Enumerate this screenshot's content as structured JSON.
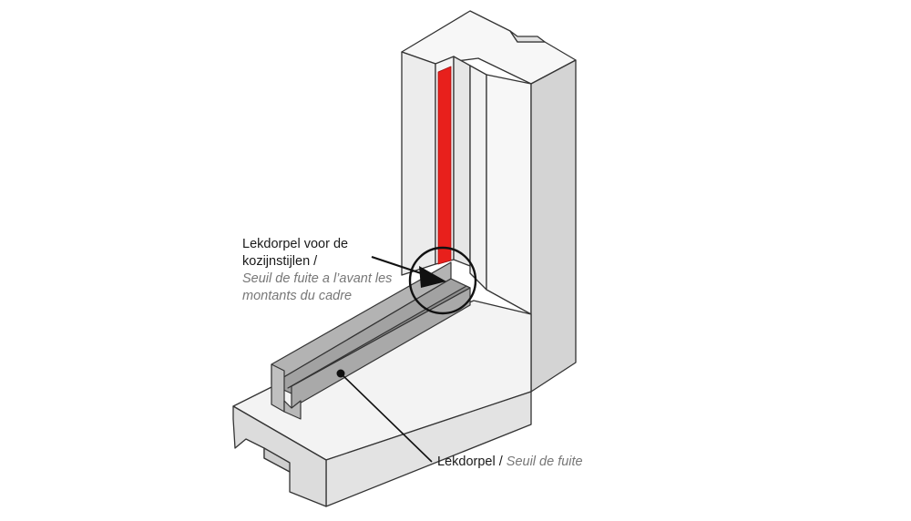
{
  "callouts": {
    "front_sill": {
      "nl_line1": "Lekdorpel voor de",
      "nl_line2": "kozijnstijlen /",
      "fr_line1": "Seuil de fuite a l’avant les",
      "fr_line2": "montants du cadre"
    },
    "sill": {
      "nl": "Lekdorpel /",
      "fr": "Seuil de fuite"
    }
  },
  "colors": {
    "outline": "#333333",
    "frame_light": "#f0f0f0",
    "frame_mid": "#e2e2e2",
    "frame_dark": "#d0d0d0",
    "metal": "#a9a9a9",
    "metal_dark": "#8e8e8e",
    "seal_red": "#e8201c"
  }
}
